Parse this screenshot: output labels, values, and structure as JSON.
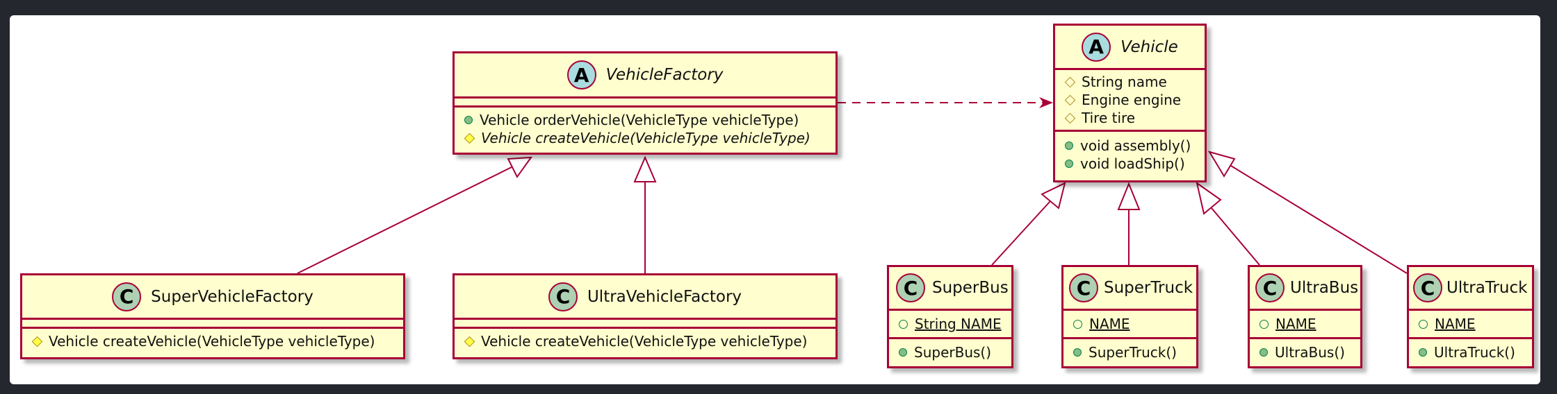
{
  "classes": {
    "vehicle_factory": {
      "stereotype": "A",
      "name": "VehicleFactory",
      "fields": [],
      "methods": [
        {
          "visibility": "public",
          "text": "Vehicle orderVehicle(VehicleType vehicleType)"
        },
        {
          "visibility": "protected",
          "text": "Vehicle createVehicle(VehicleType vehicleType)"
        }
      ]
    },
    "vehicle": {
      "stereotype": "A",
      "name": "Vehicle",
      "fields": [
        {
          "visibility": "protected-field",
          "text": "String name"
        },
        {
          "visibility": "protected-field",
          "text": "Engine engine"
        },
        {
          "visibility": "protected-field",
          "text": "Tire tire"
        }
      ],
      "methods": [
        {
          "visibility": "public",
          "text": "void assembly()"
        },
        {
          "visibility": "public",
          "text": "void loadShip()"
        }
      ]
    },
    "super_vehicle_factory": {
      "stereotype": "C",
      "name": "SuperVehicleFactory",
      "fields": [],
      "methods": [
        {
          "visibility": "protected",
          "text": "Vehicle createVehicle(VehicleType vehicleType)"
        }
      ]
    },
    "ultra_vehicle_factory": {
      "stereotype": "C",
      "name": "UltraVehicleFactory",
      "fields": [],
      "methods": [
        {
          "visibility": "protected",
          "text": "Vehicle createVehicle(VehicleType vehicleType)"
        }
      ]
    },
    "super_bus": {
      "stereotype": "C",
      "name": "SuperBus",
      "fields": [
        {
          "visibility": "public-field",
          "text": "String NAME"
        }
      ],
      "methods": [
        {
          "visibility": "public",
          "text": "SuperBus()"
        }
      ]
    },
    "super_truck": {
      "stereotype": "C",
      "name": "SuperTruck",
      "fields": [
        {
          "visibility": "public-field",
          "text": "NAME"
        }
      ],
      "methods": [
        {
          "visibility": "public",
          "text": "SuperTruck()"
        }
      ]
    },
    "ultra_bus": {
      "stereotype": "C",
      "name": "UltraBus",
      "fields": [
        {
          "visibility": "public-field",
          "text": "NAME"
        }
      ],
      "methods": [
        {
          "visibility": "public",
          "text": "UltraBus()"
        }
      ]
    },
    "ultra_truck": {
      "stereotype": "C",
      "name": "UltraTruck",
      "fields": [
        {
          "visibility": "public-field",
          "text": "NAME"
        }
      ],
      "methods": [
        {
          "visibility": "public",
          "text": "UltraTruck()"
        }
      ]
    }
  },
  "colors": {
    "background": "#25272e",
    "canvas": "#ffffff",
    "class_fill": "#fefece",
    "border": "#a80036",
    "abstract_badge": "#a9dcdf",
    "class_badge": "#add1b2"
  }
}
